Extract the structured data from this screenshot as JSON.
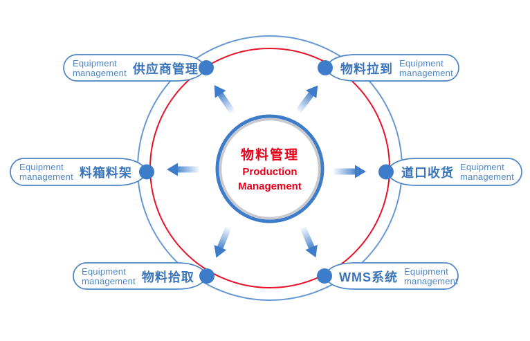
{
  "center": {
    "label_cn": "物料管理",
    "label_en_line1": "Production",
    "label_en_line2": "Management"
  },
  "nodes": [
    {
      "id": "supplier-management",
      "position": "top-left",
      "label_cn": "供应商管理",
      "en_line1": "Equipment",
      "en_line2": "management"
    },
    {
      "id": "material-pull",
      "position": "top-right",
      "label_cn": "物料拉到",
      "en_line1": "Equipment",
      "en_line2": "management"
    },
    {
      "id": "bin-and-rack",
      "position": "middle-left",
      "label_cn": "料箱料架",
      "en_line1": "Equipment",
      "en_line2": "management"
    },
    {
      "id": "dock-receiving",
      "position": "middle-right",
      "label_cn": "道口收货",
      "en_line1": "Equipment",
      "en_line2": "management"
    },
    {
      "id": "material-picking",
      "position": "bottom-left",
      "label_cn": "物料拾取",
      "en_line1": "Equipment",
      "en_line2": "management"
    },
    {
      "id": "wms-system",
      "position": "bottom-right",
      "label_cn": "WMS系统",
      "en_line1": "Equipment",
      "en_line2": "management"
    }
  ],
  "colors": {
    "primary_blue": "#3d7cc9",
    "pill_border_blue": "#4a82c4",
    "outer_ring_blue": "#6598d2",
    "ring_red": "#e81127",
    "center_text_red": "#e60019",
    "gray_ring": "#c9c9cd",
    "en_text_blue": "#4e86c8",
    "cn_text_blue": "#3a74ba"
  }
}
